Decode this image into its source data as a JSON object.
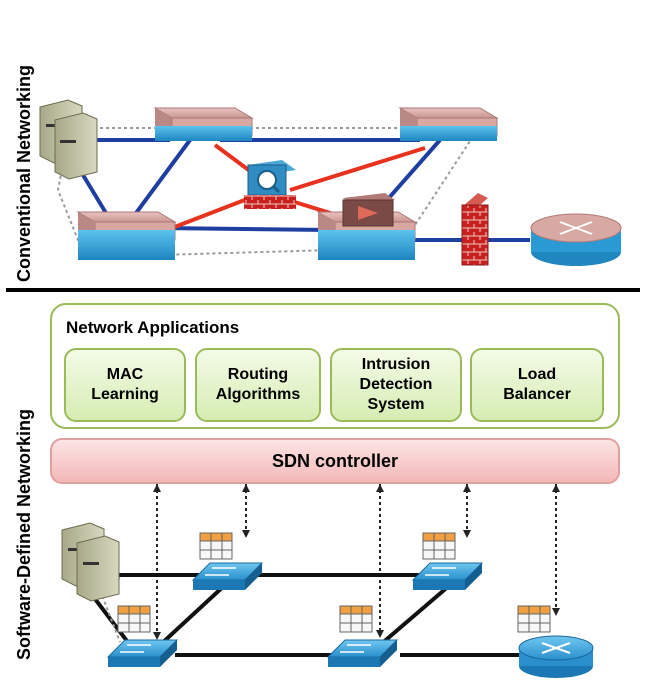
{
  "labels": {
    "conventional": "Conventional Networking",
    "sdn": "Software-Defined Networking"
  },
  "applications": {
    "title": "Network Applications",
    "items": [
      {
        "label": "MAC\nLearning"
      },
      {
        "label": "Routing\nAlgorithms"
      },
      {
        "label": "Intrusion\nDetection\nSystem"
      },
      {
        "label": "Load\nBalancer"
      }
    ]
  },
  "controller": {
    "label": "SDN controller"
  },
  "colors": {
    "data_link": "#1f3fa0",
    "control_link": "#e8321e",
    "sdn_link": "#111111",
    "app_border": "#9bbb59",
    "switch_top": "#d9a7a3",
    "switch_side": "#3aa6d6",
    "sdn_switch": "#3ea3db"
  }
}
